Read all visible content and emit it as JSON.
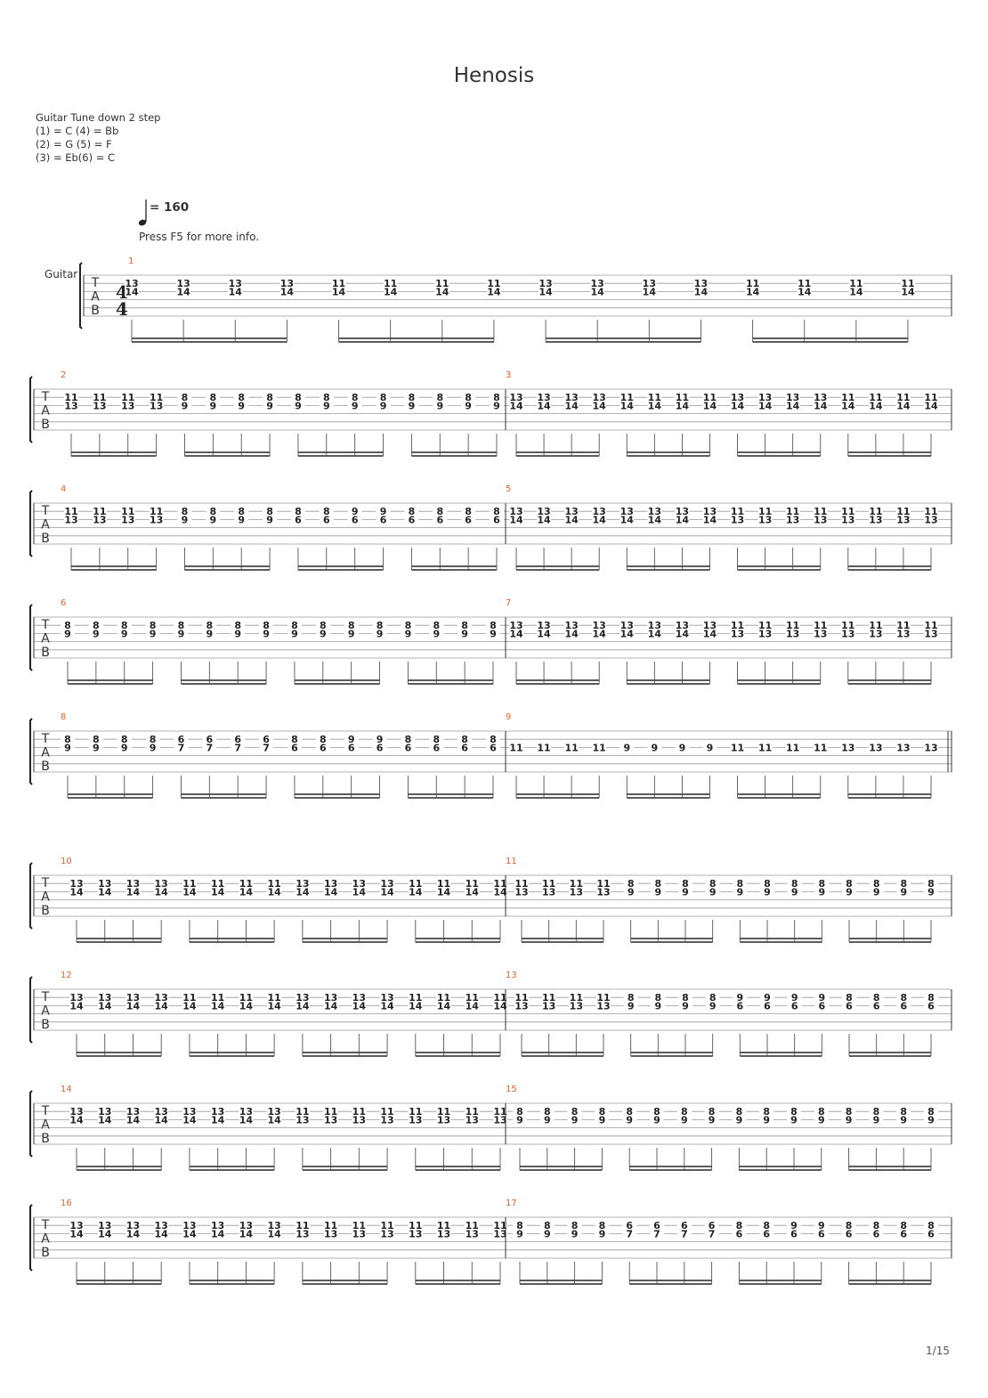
{
  "title": "Henosis",
  "tuning": {
    "header": "Guitar Tune down 2 step",
    "lines": [
      "(1) = C (4) = Bb",
      "(2) = G (5) = F",
      "(3) = Eb(6) = C"
    ]
  },
  "tempo": {
    "value": "= 160",
    "info": "Press F5 for more info."
  },
  "instrument": "Guitar",
  "time_signature": {
    "numerator": "4",
    "denominator": "4"
  },
  "tab_letters": [
    "T",
    "A",
    "B"
  ],
  "page_number": "1/15",
  "measures": {
    "1": [
      "13/14",
      "13/14",
      "13/14",
      "13/14",
      "11/14",
      "11/14",
      "11/14",
      "11/14",
      "13/14",
      "13/14",
      "13/14",
      "13/14",
      "11/14",
      "11/14",
      "11/14",
      "11/14"
    ],
    "2": [
      "11/13",
      "11/13",
      "11/13",
      "11/13",
      "8/9",
      "8/9",
      "8/9",
      "8/9",
      "8/9",
      "8/9",
      "8/9",
      "8/9",
      "8/9",
      "8/9",
      "8/9",
      "8/9"
    ],
    "3": [
      "13/14",
      "13/14",
      "13/14",
      "13/14",
      "11/14",
      "11/14",
      "11/14",
      "11/14",
      "13/14",
      "13/14",
      "13/14",
      "13/14",
      "11/14",
      "11/14",
      "11/14",
      "11/14"
    ],
    "4": [
      "11/13",
      "11/13",
      "11/13",
      "11/13",
      "8/9",
      "8/9",
      "8/9",
      "8/9",
      "8/6",
      "8/6",
      "9/6",
      "9/6",
      "8/6",
      "8/6",
      "8/6",
      "8/6"
    ],
    "5": [
      "13/14",
      "13/14",
      "13/14",
      "13/14",
      "13/14",
      "13/14",
      "13/14",
      "13/14",
      "11/13",
      "11/13",
      "11/13",
      "11/13",
      "11/13",
      "11/13",
      "11/13",
      "11/13"
    ],
    "6": [
      "8/9",
      "8/9",
      "8/9",
      "8/9",
      "8/9",
      "8/9",
      "8/9",
      "8/9",
      "8/9",
      "8/9",
      "8/9",
      "8/9",
      "8/9",
      "8/9",
      "8/9",
      "8/9"
    ],
    "7": [
      "13/14",
      "13/14",
      "13/14",
      "13/14",
      "13/14",
      "13/14",
      "13/14",
      "13/14",
      "11/13",
      "11/13",
      "11/13",
      "11/13",
      "11/13",
      "11/13",
      "11/13",
      "11/13"
    ],
    "8": [
      "8/9",
      "8/9",
      "8/9",
      "8/9",
      "6/7",
      "6/7",
      "6/7",
      "6/7",
      "8/6",
      "8/6",
      "9/6",
      "9/6",
      "8/6",
      "8/6",
      "8/6",
      "8/6"
    ],
    "9": [
      "11",
      "11",
      "11",
      "11",
      "9",
      "9",
      "9",
      "9",
      "11",
      "11",
      "11",
      "11",
      "13",
      "13",
      "13",
      "13"
    ],
    "10": [
      "13/14",
      "13/14",
      "13/14",
      "13/14",
      "11/14",
      "11/14",
      "11/14",
      "11/14",
      "13/14",
      "13/14",
      "13/14",
      "13/14",
      "11/14",
      "11/14",
      "11/14",
      "11/14"
    ],
    "11": [
      "11/13",
      "11/13",
      "11/13",
      "11/13",
      "8/9",
      "8/9",
      "8/9",
      "8/9",
      "8/9",
      "8/9",
      "8/9",
      "8/9",
      "8/9",
      "8/9",
      "8/9",
      "8/9"
    ],
    "12": [
      "13/14",
      "13/14",
      "13/14",
      "13/14",
      "11/14",
      "11/14",
      "11/14",
      "11/14",
      "13/14",
      "13/14",
      "13/14",
      "13/14",
      "11/14",
      "11/14",
      "11/14",
      "11/14"
    ],
    "13": [
      "11/13",
      "11/13",
      "11/13",
      "11/13",
      "8/9",
      "8/9",
      "8/9",
      "8/9",
      "9/6",
      "9/6",
      "9/6",
      "9/6",
      "8/6",
      "8/6",
      "8/6",
      "8/6"
    ],
    "14": [
      "13/14",
      "13/14",
      "13/14",
      "13/14",
      "13/14",
      "13/14",
      "13/14",
      "13/14",
      "11/13",
      "11/13",
      "11/13",
      "11/13",
      "11/13",
      "11/13",
      "11/13",
      "11/13"
    ],
    "15": [
      "8/9",
      "8/9",
      "8/9",
      "8/9",
      "8/9",
      "8/9",
      "8/9",
      "8/9",
      "8/9",
      "8/9",
      "8/9",
      "8/9",
      "8/9",
      "8/9",
      "8/9",
      "8/9"
    ],
    "16": [
      "13/14",
      "13/14",
      "13/14",
      "13/14",
      "13/14",
      "13/14",
      "13/14",
      "13/14",
      "11/13",
      "11/13",
      "11/13",
      "11/13",
      "11/13",
      "11/13",
      "11/13",
      "11/13"
    ],
    "17": [
      "8/9",
      "8/9",
      "8/9",
      "8/9",
      "6/7",
      "6/7",
      "6/7",
      "6/7",
      "8/6",
      "8/6",
      "9/6",
      "9/6",
      "8/6",
      "8/6",
      "8/6",
      "8/6"
    ]
  },
  "measure_string": {
    "9": 3
  }
}
